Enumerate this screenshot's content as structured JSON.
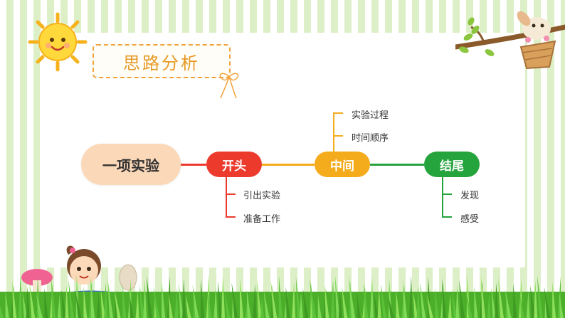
{
  "title": "思路分析",
  "mindmap": {
    "root": "一项实验",
    "nodes": [
      {
        "label": "开头",
        "color": "#ec3a2d",
        "children": [
          "引出实验",
          "准备工作"
        ]
      },
      {
        "label": "中间",
        "color": "#f4ab1c",
        "children": [
          "实验过程",
          "时间顺序"
        ]
      },
      {
        "label": "结尾",
        "color": "#25a33d",
        "children": [
          "发现",
          "感受"
        ]
      }
    ]
  }
}
